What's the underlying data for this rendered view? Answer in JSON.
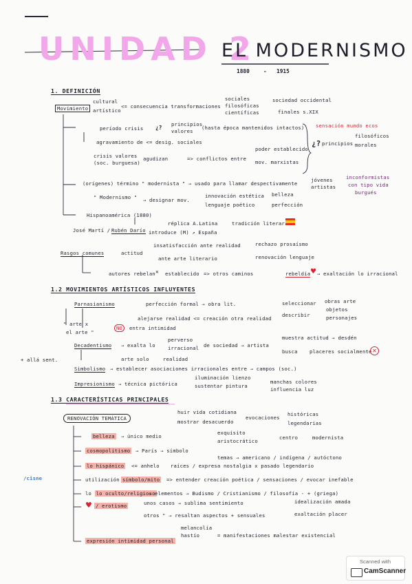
{
  "title": {
    "unidad": "UNIDAD 2",
    "modernismo": "EL MODERNISMO",
    "years": [
      "1880",
      "-",
      "1915"
    ]
  },
  "colors": {
    "accent_pink": "#f2a7ea",
    "highlight_salmon": "#f3b2a9",
    "red_pen": "#d42436",
    "purple_pen": "#6d1e6e",
    "ink": "#1d1d2b"
  },
  "s1": {
    "heading": "1. DEFINICIÓN",
    "movimiento": "Movimiento",
    "cultural": "cultural",
    "artistico": "artístico",
    "consecuencia": "<= consecuencia transformaciones",
    "sociales": "sociales",
    "filosoficas": "filosóficas",
    "cientificas": "científicas",
    "sociedad_occidental": "sociedad occidental",
    "finales": "finales s.XIX",
    "periodo_crisis": "período crisis",
    "q1": "¿?",
    "principios": "principios",
    "valores": "valores",
    "hasta_epoca": "(hasta época mantenidos intactos)",
    "agravamiento": "agravamiento de <= desig. sociales",
    "crisis_valores": "crisis valores",
    "soc_burguesa": "(soc. burguesa)",
    "agudizan": "agudizan",
    "conflictos": "=> conflictos entre",
    "poder_establecido": "poder establecido",
    "mov_marxistas": "mov. marxistas",
    "q2": "¿?",
    "principios2": "principios",
    "sensacion": "sensación mundo ecos",
    "filosoficos": "filosóficos",
    "morales": "morales",
    "origenes": "(orígenes) término \" modernista \" → usado para llamar despectivamente",
    "jovenes": "jóvenes",
    "artistas": "artistas",
    "inconformistas": "inconformistas",
    "con_tipo": "con tipo vida",
    "bohemia": "burgués",
    "modernismo_q": "\" Modernismo \"",
    "designar": "→ designar mov.",
    "innovacion": "innovación estética",
    "lenguaje": "lenguaje poético",
    "belleza": "belleza",
    "perfeccion": "perfección",
    "hispanoamerica": "Hispanoamérica (1880)",
    "replica": "réplica A.Latina",
    "tradicion": "tradición literaria",
    "jose_marti": "José Martí /",
    "ruben": "Rubén Darío",
    "introduce": "introduce (M) ↗ España"
  },
  "s1b": {
    "rasgos": "Rasgos comunes",
    "actitud": "actitud",
    "insatisfaccion": "insatisfacción ante realidad",
    "ante_arte": "ante arte literario",
    "rechazo": "rechazo prosaísmo",
    "renovacion": "renovación lenguaje",
    "autores": "autores rebelan",
    "establecido": "establecido",
    "otros_caminos": "=>  otros caminos",
    "rebeldia": "rebeldía",
    "exaltacion": "→ exaltación lo irracional"
  },
  "s2": {
    "heading": "1.2 MOVIMIENTOS ARTÍSTICOS INFLUYENTES",
    "parnasianismo": "Parnasianismo",
    "perfeccion_formal": "perfección formal → obra lit.",
    "alejarse": "alejarse realidad <= creación otra realidad",
    "seleccionar": "seleccionar",
    "describir": "describir",
    "obras_arte": "obras arte",
    "objetos": "objetos",
    "personajes": "personajes",
    "arte_x": "\" arte x",
    "el_arte": "el arte \"",
    "no": "NO",
    "entra": "entra intimidad",
    "decadentismo": "Decadentismo",
    "exalta": "→ exalta lo",
    "perverso": "perverso",
    "irracional": "irracional",
    "de_sociedad": "de sociedad → artista",
    "muestra": "muestra actitud → desdén",
    "busca": "busca",
    "placeres": "placeres socialmente",
    "alla_sent": "+ allá sent.",
    "arte_solo": "arte solo",
    "realidad": "realidad",
    "simbolismo": "Simbolismo",
    "establecer": "→ establecer asociaciones irracionales entre → campos (soc.)",
    "impresionismo": "Impresionismo",
    "tecnica": "→ técnica pictórica",
    "iluminacion": "iluminación lienzo",
    "sustentar": "sustentar pintura",
    "manchas": "manchas colores",
    "influencia": "influencia luz"
  },
  "s3": {
    "heading": "1.3 CARACTERÍSTICAS PRINCIPALES",
    "renovacion_tematica": "RENOVACIÓN TEMÁTICA",
    "huir": "huir vida cotidiana",
    "mostrar": "mostrar desacuerdo",
    "evocaciones": "evocaciones",
    "historicas": "históricas",
    "legendarias": "legendarias",
    "belleza": "belleza",
    "unico": "→ único medio",
    "cosmopolitismo": "cosmopolitismo",
    "paris": "→ París → símbolo",
    "exquisito": "exquisito",
    "aristocratico": "aristocrático",
    "centro": "centro",
    "modernista": "modernista",
    "temas": "temas → americano / indígena / autóctono",
    "hispanico": "lo hispánico",
    "anhelo": "<= anhelo",
    "raices": "raíces / expresa nostalgia x pasado legendario",
    "cisne": "/cisne",
    "utilizacion": "utilización",
    "simbolo_mito": "símbolo/mito",
    "entender": "=> entender creación poética / sensaciones / evocar inefable",
    "oculto": "lo oculto/religioso",
    "elementos": "→ elementos → Budismo / Cristianismo / filosofía - + (griega)",
    "erotismo": "/ erotismo",
    "unos_casos": "unos casos → sublima sentimiento",
    "otros": "otros \" → resaltan aspectos + sensuales",
    "idealizacion": "idealización amada",
    "exaltacion_placer": "exaltación placer",
    "melancolia": "melancolía",
    "hastio": "hastío",
    "expresion": "expresión intimidad personal",
    "manifestaciones": "= manifestaciones malestar existencial"
  },
  "badge": {
    "scanned_with": "Scanned with",
    "camscanner": "CamScanner"
  }
}
